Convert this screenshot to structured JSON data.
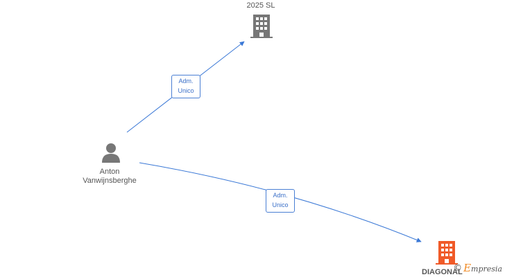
{
  "nodes": {
    "company_top": {
      "label": "2025  SL",
      "icon": "building-icon",
      "color": "#777777"
    },
    "person": {
      "label_line1": "Anton",
      "label_line2": "Vanwijnsberghe",
      "icon": "person-icon",
      "color": "#777777"
    },
    "company_bottom": {
      "label": "DIAGONAL",
      "icon": "building-icon",
      "color": "#f05a28"
    }
  },
  "edges": [
    {
      "from": "person",
      "to": "company_top",
      "label_line1": "Adm.",
      "label_line2": "Unico"
    },
    {
      "from": "person",
      "to": "company_bottom",
      "label_line1": "Adm.",
      "label_line2": "Unico"
    }
  ],
  "colors": {
    "edge": "#3a78d6",
    "text": "#555555"
  },
  "watermark": {
    "copyright": "©",
    "brand_initial": "E",
    "brand_rest": "mpresia"
  }
}
